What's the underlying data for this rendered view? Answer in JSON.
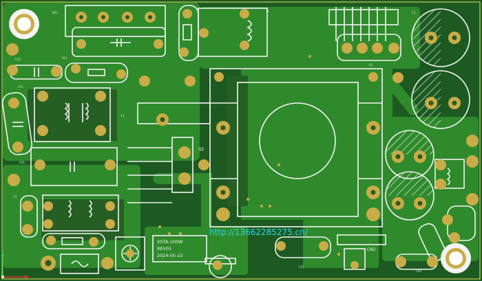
{
  "board": {
    "model_label": "XSTA-100W",
    "revision_label": "REV01",
    "date_label": "2024-05-22",
    "transformer_ref": "Q2",
    "connector_ref": "CN2",
    "watermark_url": "http://13662285275.cn/"
  },
  "colors": {
    "board": "#1c5a22",
    "copper_pour": "#2f8a2c",
    "pad": "#c9ac48",
    "silkscreen": "#f4f4f4",
    "watermark": "#2ad6e8"
  },
  "viewer": {
    "axis_x_color": "#e03030",
    "axis_y_color": "#30c040"
  }
}
